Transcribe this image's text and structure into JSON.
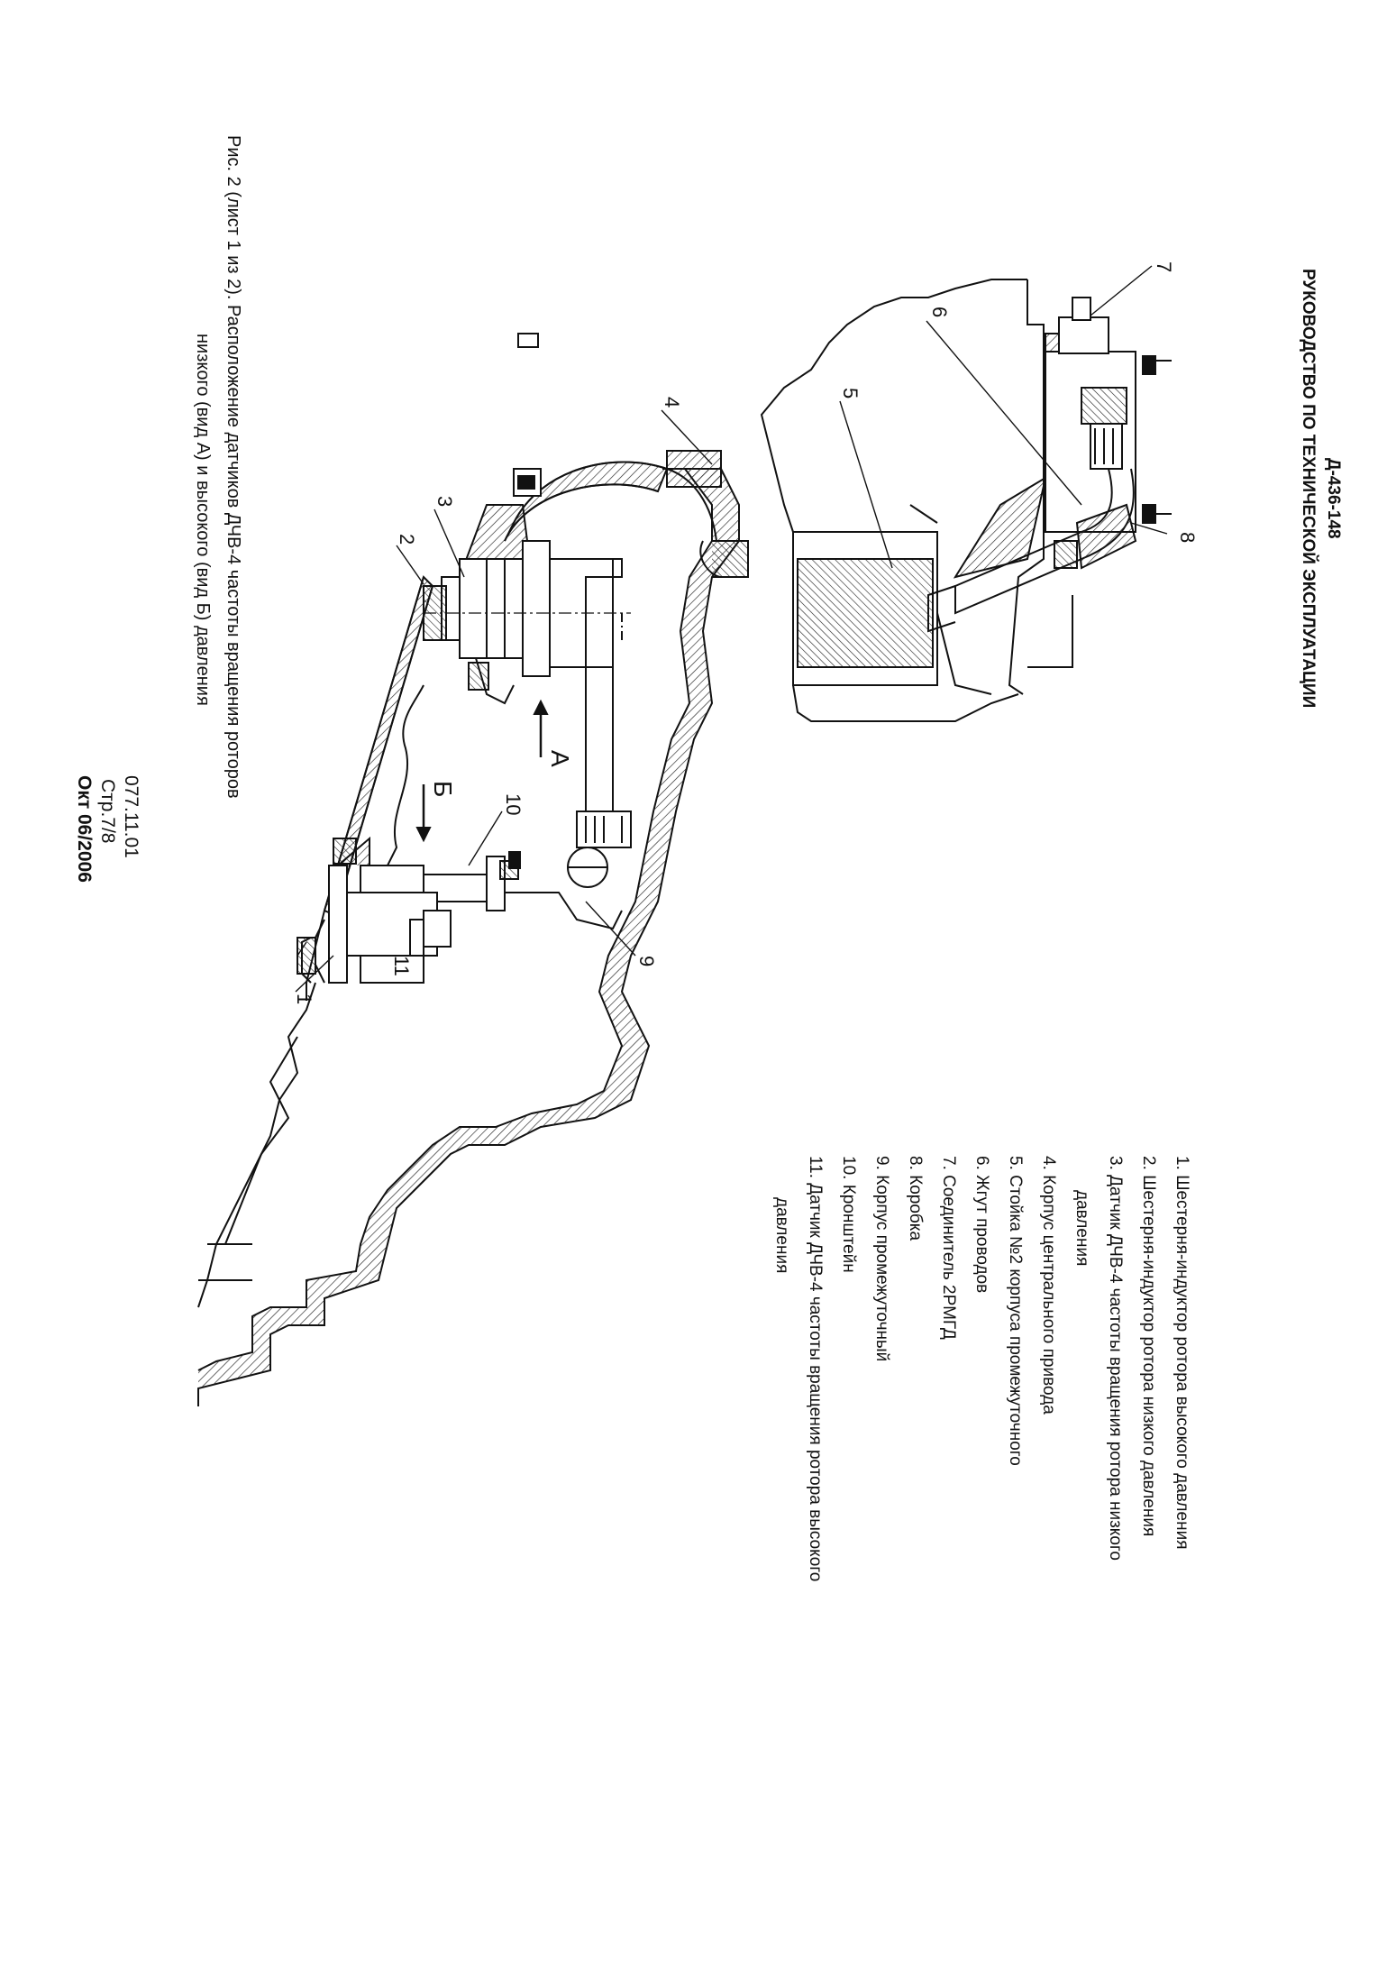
{
  "header": {
    "doc_number": "Д-436-148",
    "manual_title": "РУКОВОДСТВО ПО ТЕХНИЧЕСКОЙ ЭКСПЛУАТАЦИИ"
  },
  "legend": {
    "items": [
      "1. Шестерня-индуктор ротора высокого давления",
      "2. Шестерня-индуктор ротора низкого давления",
      "3. Датчик   ДЧВ-4   частоты   вращения   ротора   низкого",
      "давления",
      "4. Корпус центрального привода",
      "5. Стойка №2 корпуса промежуточного",
      "6. Жгут проводов",
      "7. Соединитель 2РМГД",
      "8. Коробка",
      "9. Корпус промежуточный",
      "10. Кронштейн",
      "11. Датчик   ДЧВ-4   частоты   вращения   ротора   высокого",
      "давления"
    ]
  },
  "figure": {
    "callouts": [
      "1",
      "2",
      "3",
      "4",
      "5",
      "6",
      "7",
      "8",
      "9",
      "10",
      "11"
    ],
    "view_a": "А",
    "view_b": "Б"
  },
  "caption": {
    "line1": "Рис. 2 (лист 1 из 2).    Расположение датчиков ДЧВ-4 частоты вращения роторов",
    "line2": "низкого (вид А) и высокого (вид Б) давления"
  },
  "footer": {
    "code": "077.11.01",
    "page": "Стр.7/8",
    "date": "Окт 06/2006"
  }
}
